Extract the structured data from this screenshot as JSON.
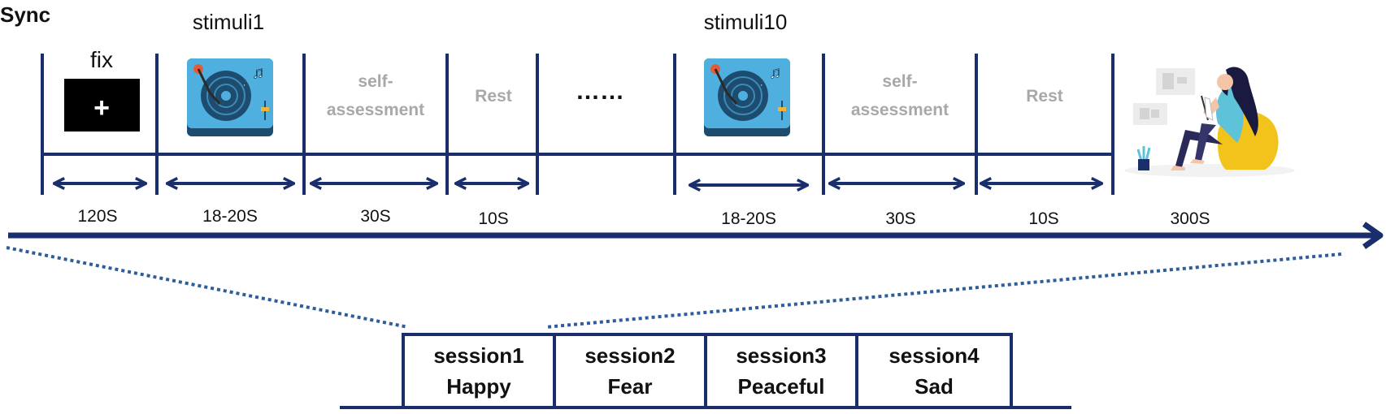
{
  "title": "Sync",
  "stimuli_labels": [
    "stimuli1",
    "stimuli10"
  ],
  "fix_label": "fix",
  "fix_symbol": "+",
  "phase_labels": {
    "self_assessment_line1": "self-",
    "self_assessment_line2": "assessment",
    "rest": "Rest",
    "ellipsis": "……"
  },
  "durations": [
    "120S",
    "18-20S",
    "30S",
    "10S",
    "18-20S",
    "30S",
    "10S",
    "300S"
  ],
  "sessions": [
    {
      "name": "session1",
      "emotion": "Happy"
    },
    {
      "name": "session2",
      "emotion": "Fear"
    },
    {
      "name": "session3",
      "emotion": "Peaceful"
    },
    {
      "name": "session4",
      "emotion": "Sad"
    }
  ],
  "icons": [
    "turntable-icon",
    "person-reading-icon",
    "fixation-cross-icon"
  ],
  "colors": {
    "navy": "#1a2e6e",
    "turntable_blue": "#4fb0e0",
    "dark_blue": "#1d4c6e",
    "gray_text": "#a8a8a8",
    "yellow_chair": "#f2c31a"
  }
}
